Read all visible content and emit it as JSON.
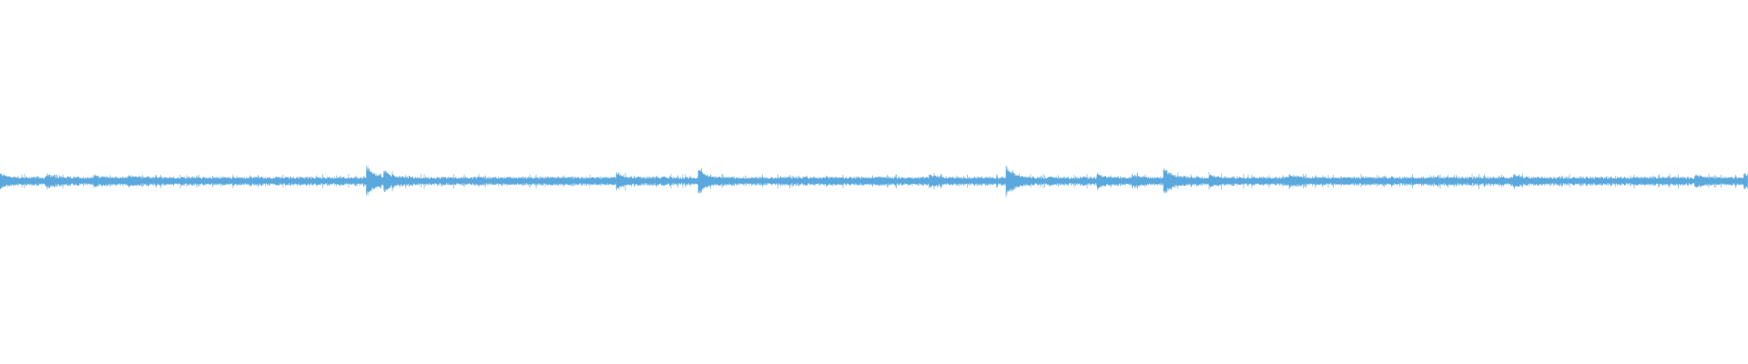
{
  "waveform": {
    "color": "#5aa8dd",
    "background": "#ffffff",
    "peaks": [
      {
        "pos": 0.0,
        "amp": 0.38
      },
      {
        "pos": 0.027,
        "amp": 0.25
      },
      {
        "pos": 0.054,
        "amp": 0.22
      },
      {
        "pos": 0.074,
        "amp": 0.2
      },
      {
        "pos": 0.21,
        "amp": 1.0
      },
      {
        "pos": 0.22,
        "amp": 0.62
      },
      {
        "pos": 0.353,
        "amp": 0.42
      },
      {
        "pos": 0.4,
        "amp": 0.72
      },
      {
        "pos": 0.532,
        "amp": 0.28
      },
      {
        "pos": 0.576,
        "amp": 0.9
      },
      {
        "pos": 0.628,
        "amp": 0.35
      },
      {
        "pos": 0.648,
        "amp": 0.28
      },
      {
        "pos": 0.666,
        "amp": 0.88
      },
      {
        "pos": 0.692,
        "amp": 0.3
      },
      {
        "pos": 0.738,
        "amp": 0.3
      },
      {
        "pos": 0.866,
        "amp": 0.26
      },
      {
        "pos": 0.97,
        "amp": 0.24
      },
      {
        "pos": 0.998,
        "amp": 0.38
      }
    ]
  }
}
